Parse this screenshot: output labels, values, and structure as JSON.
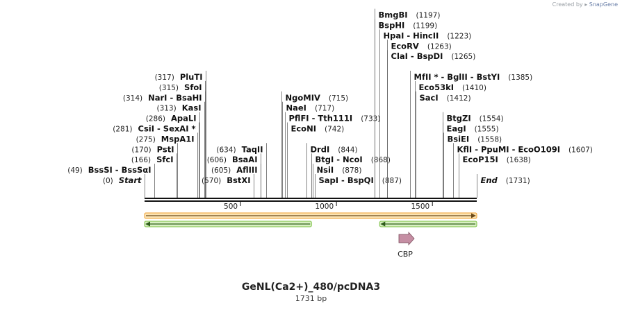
{
  "credit": {
    "prefix": "Created by",
    "brand": "SnapGene"
  },
  "plasmid": {
    "name": "GeNL(Ca2+)_480/pcDNA3",
    "length_label": "1731 bp",
    "length_bp": 1731
  },
  "ruler": {
    "ticks": [
      500,
      1000,
      1500
    ]
  },
  "sites": [
    {
      "names": [
        "Start"
      ],
      "pos": 0,
      "pos_label": "(0)",
      "italic": true,
      "side": "left",
      "row": 0
    },
    {
      "names": [
        "BssSI",
        "BssSαI"
      ],
      "pos": 49,
      "pos_label": "(49)",
      "side": "left",
      "row": 1
    },
    {
      "names": [
        "SfcI"
      ],
      "pos": 166,
      "pos_label": "(166)",
      "side": "left",
      "row": 2
    },
    {
      "names": [
        "PstI"
      ],
      "pos": 170,
      "pos_label": "(170)",
      "side": "left",
      "row": 3
    },
    {
      "names": [
        "MspA1I"
      ],
      "pos": 275,
      "pos_label": "(275)",
      "side": "left",
      "row": 4
    },
    {
      "names": [
        "CsiI",
        "SexAI *"
      ],
      "pos": 281,
      "pos_label": "(281)",
      "side": "left",
      "row": 5
    },
    {
      "names": [
        "ApaLI"
      ],
      "pos": 286,
      "pos_label": "(286)",
      "side": "left",
      "row": 6
    },
    {
      "names": [
        "KasI"
      ],
      "pos": 313,
      "pos_label": "(313)",
      "side": "left",
      "row": 7
    },
    {
      "names": [
        "NarI",
        "BsaHI"
      ],
      "pos": 314,
      "pos_label": "(314)",
      "side": "left",
      "row": 8
    },
    {
      "names": [
        "SfoI"
      ],
      "pos": 315,
      "pos_label": "(315)",
      "side": "left",
      "row": 9
    },
    {
      "names": [
        "PluTI"
      ],
      "pos": 317,
      "pos_label": "(317)",
      "side": "left",
      "row": 10
    },
    {
      "names": [
        "BstXI"
      ],
      "pos": 570,
      "pos_label": "(570)",
      "side": "left",
      "row": 0
    },
    {
      "names": [
        "AflIII"
      ],
      "pos": 605,
      "pos_label": "(605)",
      "side": "left",
      "row": 1
    },
    {
      "names": [
        "BsaAI"
      ],
      "pos": 606,
      "pos_label": "(606)",
      "side": "left",
      "row": 2
    },
    {
      "names": [
        "TaqII"
      ],
      "pos": 634,
      "pos_label": "(634)",
      "side": "left",
      "row": 3
    },
    {
      "names": [
        "NgoMIV"
      ],
      "pos": 715,
      "pos_label": "(715)",
      "side": "right",
      "row": 8
    },
    {
      "names": [
        "NaeI"
      ],
      "pos": 717,
      "pos_label": "(717)",
      "side": "right",
      "row": 7
    },
    {
      "names": [
        "PflFI",
        "Tth111I"
      ],
      "pos": 733,
      "pos_label": "(733)",
      "side": "right",
      "row": 6
    },
    {
      "names": [
        "EcoNI"
      ],
      "pos": 742,
      "pos_label": "(742)",
      "side": "right",
      "row": 5
    },
    {
      "names": [
        "DrdI"
      ],
      "pos": 844,
      "pos_label": "(844)",
      "side": "right",
      "row": 3
    },
    {
      "names": [
        "BtgI",
        "NcoI"
      ],
      "pos": 868,
      "pos_label": "(868)",
      "side": "right",
      "row": 2
    },
    {
      "names": [
        "NsiI"
      ],
      "pos": 878,
      "pos_label": "(878)",
      "side": "right",
      "row": 1
    },
    {
      "names": [
        "SapI",
        "BspQI"
      ],
      "pos": 887,
      "pos_label": "(887)",
      "side": "right",
      "row": 0
    },
    {
      "names": [
        "BmgBI"
      ],
      "pos": 1197,
      "pos_label": "(1197)",
      "side": "right",
      "row": 16
    },
    {
      "names": [
        "BspHI"
      ],
      "pos": 1199,
      "pos_label": "(1199)",
      "side": "right",
      "row": 15
    },
    {
      "names": [
        "HpaI",
        "HincII"
      ],
      "pos": 1223,
      "pos_label": "(1223)",
      "side": "right",
      "row": 14
    },
    {
      "names": [
        "EcoRV"
      ],
      "pos": 1263,
      "pos_label": "(1263)",
      "side": "right",
      "row": 13
    },
    {
      "names": [
        "ClaI",
        "BspDI"
      ],
      "pos": 1265,
      "pos_label": "(1265)",
      "side": "right",
      "row": 12
    },
    {
      "names": [
        "MfII *",
        "BglII",
        "BstYI"
      ],
      "pos": 1385,
      "pos_label": "(1385)",
      "side": "right",
      "row": 10
    },
    {
      "names": [
        "Eco53kI"
      ],
      "pos": 1410,
      "pos_label": "(1410)",
      "side": "right",
      "row": 9
    },
    {
      "names": [
        "SacI"
      ],
      "pos": 1412,
      "pos_label": "(1412)",
      "side": "right",
      "row": 8
    },
    {
      "names": [
        "BtgZI"
      ],
      "pos": 1554,
      "pos_label": "(1554)",
      "side": "right",
      "row": 6
    },
    {
      "names": [
        "EagI"
      ],
      "pos": 1555,
      "pos_label": "(1555)",
      "side": "right",
      "row": 5
    },
    {
      "names": [
        "BsiEI"
      ],
      "pos": 1558,
      "pos_label": "(1558)",
      "side": "right",
      "row": 4
    },
    {
      "names": [
        "KflI",
        "PpuMI",
        "EcoO109I"
      ],
      "pos": 1607,
      "pos_label": "(1607)",
      "side": "right",
      "row": 3
    },
    {
      "names": [
        "EcoP15I"
      ],
      "pos": 1638,
      "pos_label": "(1638)",
      "side": "right",
      "row": 2
    },
    {
      "names": [
        "End"
      ],
      "pos": 1731,
      "pos_label": "(1731)",
      "italic": true,
      "side": "right",
      "row": 0
    }
  ],
  "features": [
    {
      "type": "orange-arrow",
      "start": 0,
      "end": 1731,
      "direction": "forward",
      "color": "#f0a030"
    },
    {
      "type": "green-arrow",
      "start": 0,
      "end": 870,
      "direction": "reverse",
      "color": "#7bc043"
    },
    {
      "type": "green-arrow",
      "start": 1225,
      "end": 1731,
      "direction": "reverse",
      "color": "#7bc043"
    },
    {
      "type": "cds",
      "label": "CBP",
      "start": 1330,
      "end": 1410,
      "direction": "forward",
      "color": "#c58ea3"
    }
  ]
}
